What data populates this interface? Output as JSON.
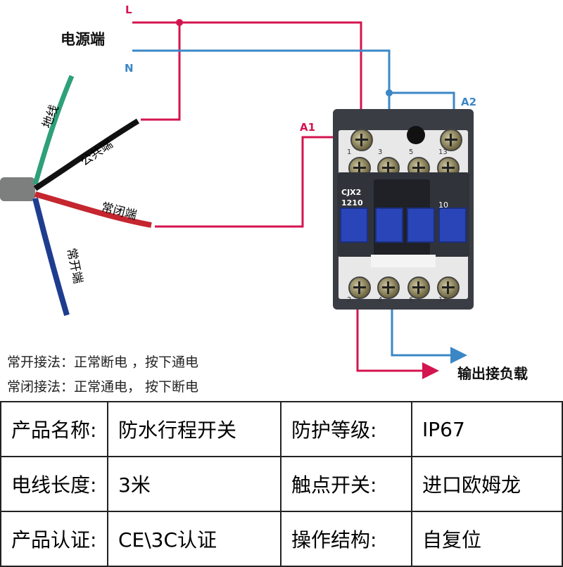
{
  "diagram": {
    "line_label_l": "L",
    "line_label_n": "N",
    "power_label": "电源端",
    "a1_label": "A1",
    "a2_label": "A2",
    "output_label": "输出接负载",
    "wire_labels": [
      "地线",
      "公共端",
      "常闭端",
      "常开端"
    ],
    "contactor": {
      "model": "CJX2",
      "code": "1210",
      "aux_no": "10",
      "top_terminals": [
        "1",
        "3",
        "5",
        "13"
      ],
      "bottom_terminals": [
        "2",
        "4",
        "6",
        "14"
      ]
    },
    "colors": {
      "red": "#d4144f",
      "blue": "#3b87c6",
      "purple": "#7b4fd1"
    }
  },
  "notes": [
    "常开接法：正常断电 ，按下通电",
    "常闭接法：正常通电， 按下断电"
  ],
  "spec_table": [
    [
      "产品名称:",
      "防水行程开关",
      "防护等级:",
      "IP67"
    ],
    [
      "电线长度:",
      "3米",
      "触点开关:",
      "进口欧姆龙"
    ],
    [
      "产品认证:",
      "CE\\3C认证",
      "操作结构:",
      "自复位"
    ]
  ]
}
